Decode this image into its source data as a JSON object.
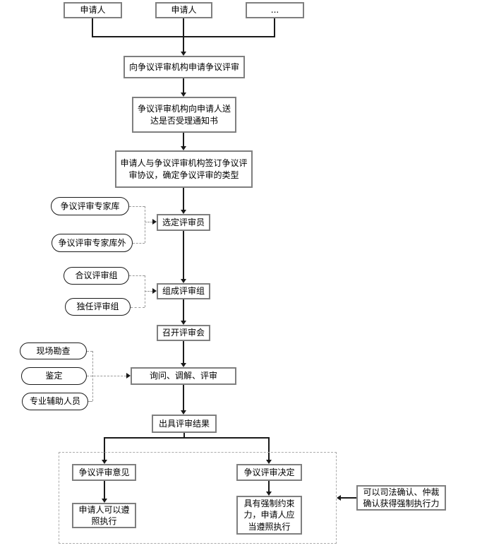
{
  "colors": {
    "background": "#ffffff",
    "box_border": "#7f7f7f",
    "stadium_border": "#1a1a1a",
    "connector": "#1a1a1a",
    "dashed_connector": "#9a9a9a",
    "dashed_region_border": "#ababab",
    "text": "#000000"
  },
  "nodes": {
    "applicant_1": {
      "label": "申请人"
    },
    "applicant_2": {
      "label": "申请人"
    },
    "applicant_more": {
      "label": "..."
    },
    "apply": {
      "label": "向争议评审机构申请争议评审"
    },
    "notice": {
      "label": "争议评审机构向申请人送达是否受理通知书"
    },
    "agreement": {
      "label": "申请人与争议评审机构签订争议评审协议，确定争议评审的类型"
    },
    "expert_pool": {
      "label": "争议评审专家库"
    },
    "expert_pool_outside": {
      "label": "争议评审专家库外"
    },
    "select_reviewer": {
      "label": "选定评审员"
    },
    "collegial_panel": {
      "label": "合议评审组"
    },
    "sole_panel": {
      "label": "独任评审组"
    },
    "form_panel": {
      "label": "组成评审组"
    },
    "hold_meeting": {
      "label": "召开评审会"
    },
    "site_survey": {
      "label": "现场勘查"
    },
    "appraisal": {
      "label": "鉴定"
    },
    "professional_assistants": {
      "label": "专业辅助人员"
    },
    "inquiry_mediation_review": {
      "label": "询问、调解、评审"
    },
    "issue_result": {
      "label": "出具评审结果"
    },
    "review_opinion": {
      "label": "争议评审意见"
    },
    "review_decision": {
      "label": "争议评审决定"
    },
    "may_comply": {
      "label": "申请人可以遵照执行"
    },
    "must_comply": {
      "label": "具有强制约束力，申请人应当遵照执行"
    },
    "judicial_confirmation": {
      "label": "可以司法确认、仲裁确认获得强制执行力"
    }
  }
}
